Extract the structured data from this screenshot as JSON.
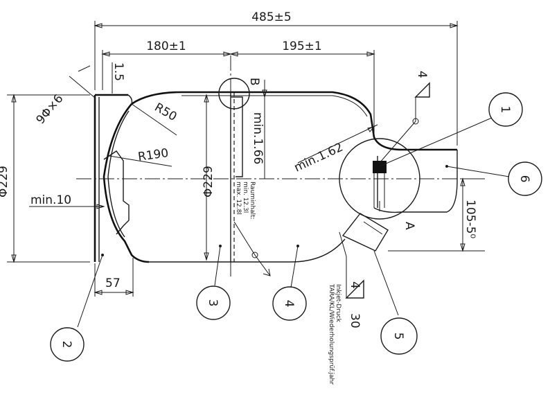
{
  "dimensions": {
    "overall_length": "485±5",
    "left_length": "180±1",
    "right_length": "195±1",
    "wall": "1.5",
    "thread": "9Φ×6",
    "radius_large_shoulder": "R50",
    "radius_dome": "R190",
    "dia_left": "Φ229",
    "dia_center": "Φ229",
    "min_166": "min.1.66",
    "min_162": "min.1.62",
    "min_10": "min.10",
    "len_57": "57",
    "height_105": "105-5⁰"
  },
  "detail_labels": {
    "b": "B",
    "a": "A"
  },
  "weld_symbols": {
    "top": "4",
    "bottom_left": "4",
    "bottom_right": "30"
  },
  "balloons": [
    "1",
    "2",
    "3",
    "4",
    "5",
    "6"
  ],
  "vertical_notes": {
    "capacity_title": "Rauminhalt:",
    "capacity_min": "min. 12.3l",
    "capacity_max": "max. 12.8l",
    "stamp_line1": "Inkjet-Druck",
    "stamp_line2": "TARA/KL/Wiederholungsprüf.jahr"
  }
}
